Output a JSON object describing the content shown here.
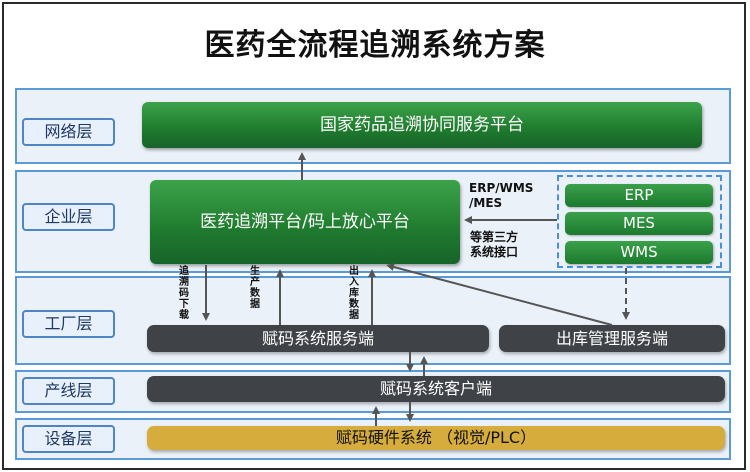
{
  "title": "医药全流程追溯系统方案",
  "layers": {
    "network": "网络层",
    "enterprise": "企业层",
    "factory": "工厂层",
    "line": "产线层",
    "device": "设备层"
  },
  "blocks": {
    "national_platform": "国家药品追溯协同服务平台",
    "enterprise_platform": "医药追溯平台/码上放心平台",
    "coding_server": "赋码系统服务端",
    "warehouse_server": "出库管理服务端",
    "coding_client": "赋码系统客户端",
    "coding_hardware": "赋码硬件系统 （视觉/PLC）"
  },
  "third_party": {
    "systems": [
      "ERP",
      "MES",
      "WMS"
    ],
    "note_top_1": "ERP/WMS",
    "note_top_2": "/MES",
    "note_bottom_1": "等第三方",
    "note_bottom_2": "系统接口"
  },
  "flows": {
    "trace_code_download": "追溯码下载",
    "production_data": "生产数据",
    "inout_data": "出入库数据"
  }
}
